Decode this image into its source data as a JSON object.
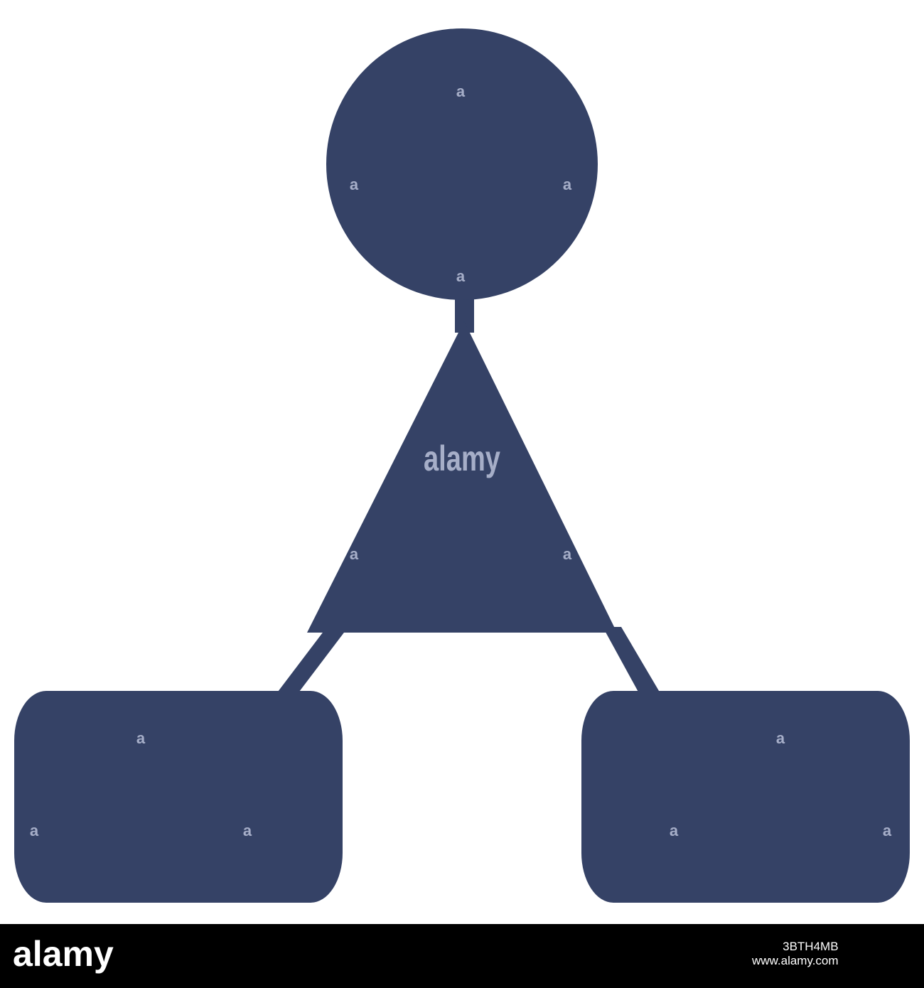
{
  "colors": {
    "shape_fill": "#354266",
    "watermark": "#a6aec8",
    "background": "#ffffff",
    "footer_bg": "#000000",
    "footer_text": "#ffffff"
  },
  "diagram": {
    "nodes": [
      {
        "id": "top",
        "shape": "circle"
      },
      {
        "id": "middle",
        "shape": "triangle"
      },
      {
        "id": "bottom-left",
        "shape": "rounded-rectangle"
      },
      {
        "id": "bottom-right",
        "shape": "rounded-rectangle"
      }
    ],
    "edges": [
      {
        "from": "top",
        "to": "middle"
      },
      {
        "from": "middle",
        "to": "bottom-left"
      },
      {
        "from": "middle",
        "to": "bottom-right"
      }
    ]
  },
  "watermark": {
    "center_text": "alamy",
    "small_mark": "a"
  },
  "footer": {
    "logo": "alamy",
    "image_id": "3BTH4MB",
    "site": "www.alamy.com"
  }
}
